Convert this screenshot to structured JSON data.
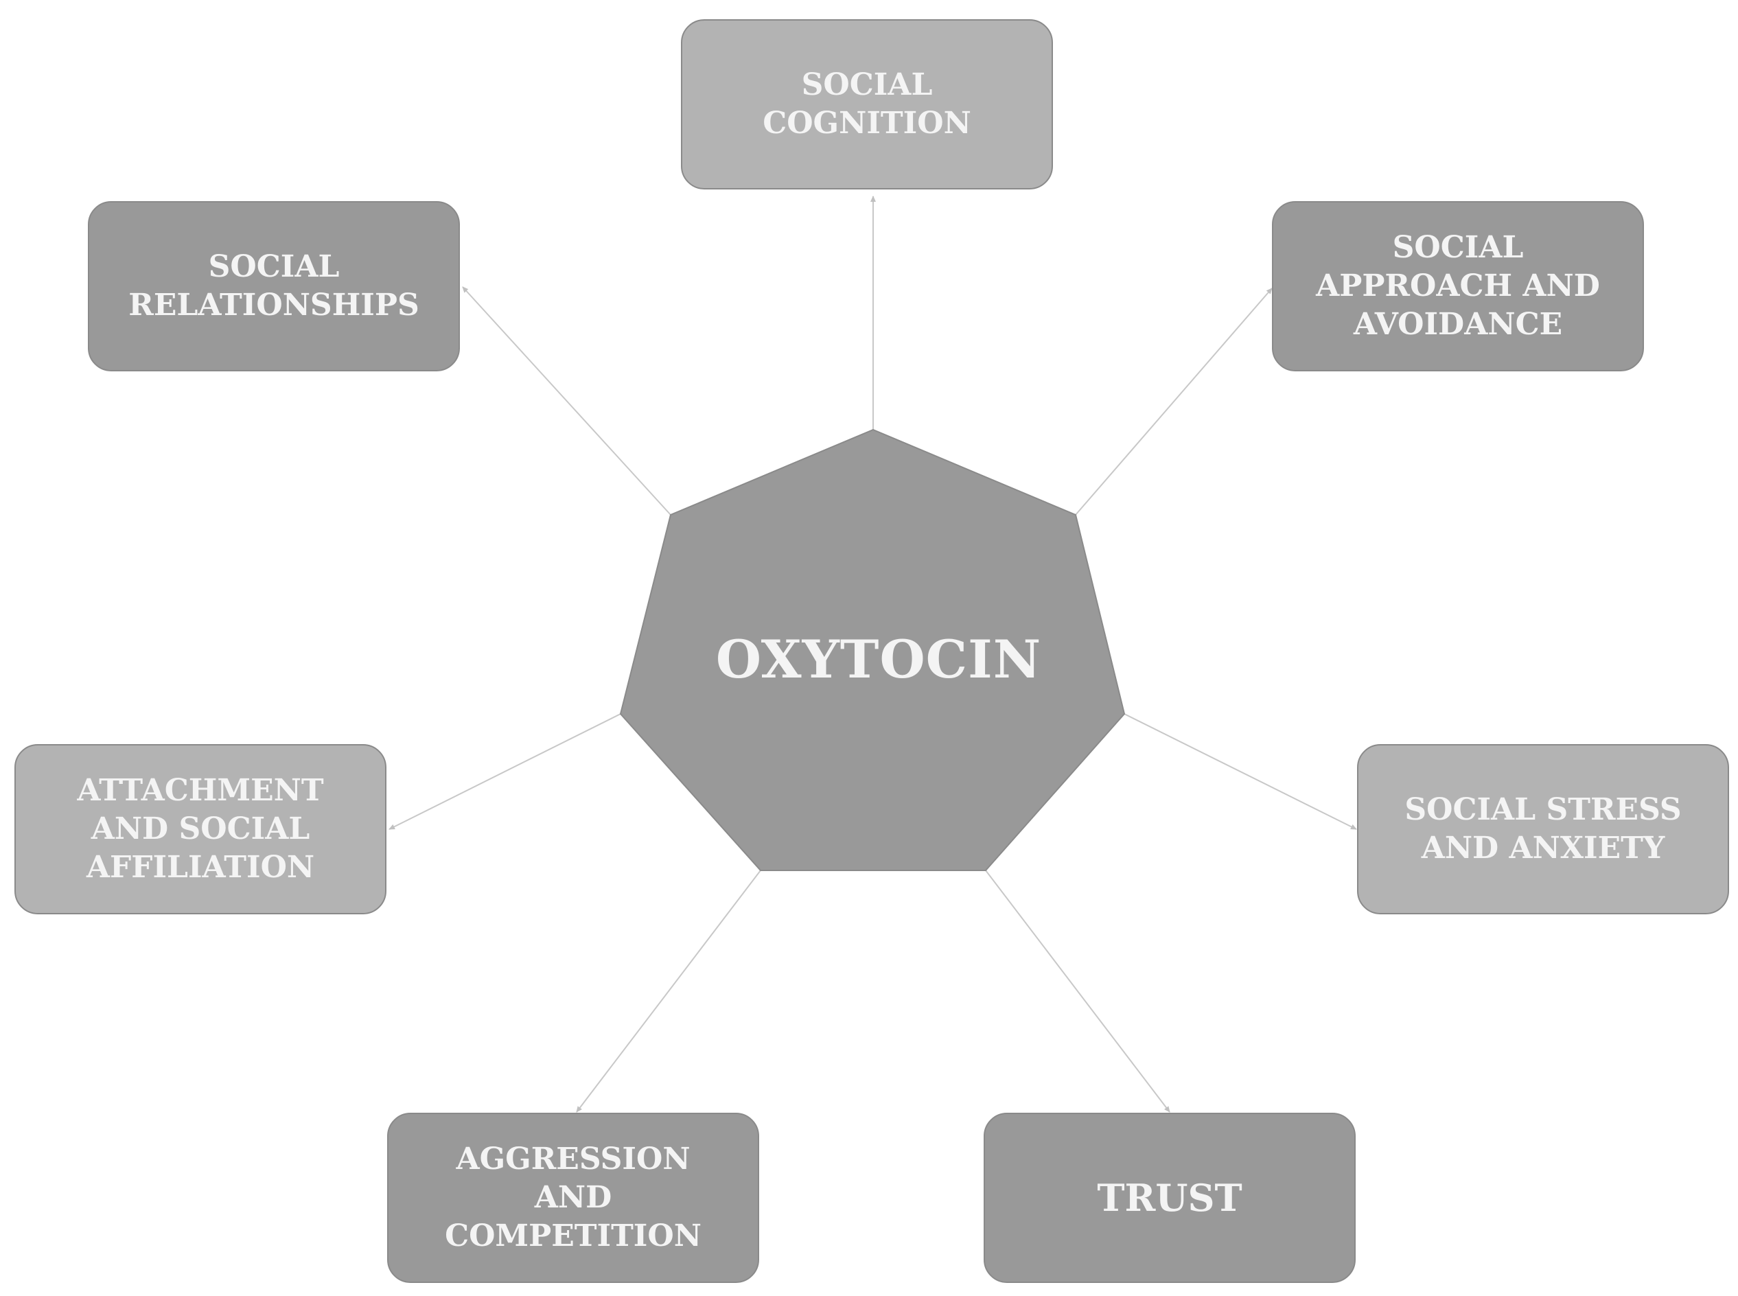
{
  "diagram": {
    "center": {
      "label": "OXYTOCIN",
      "color": "#999999"
    },
    "outcomes": [
      {
        "id": "social-cognition",
        "label": "SOCIAL\nCOGNITION",
        "color": "#b3b3b3"
      },
      {
        "id": "social-relationships",
        "label": "SOCIAL\nRELATIONSHIPS",
        "color": "#999999"
      },
      {
        "id": "social-approach-avoidance",
        "label": "SOCIAL\nAPPROACH AND\nAVOIDANCE",
        "color": "#999999"
      },
      {
        "id": "attachment-affiliation",
        "label": "ATTACHMENT\nAND SOCIAL\nAFFILIATION",
        "color": "#b3b3b3"
      },
      {
        "id": "social-stress-anxiety",
        "label": "SOCIAL STRESS\nAND ANXIETY",
        "color": "#b3b3b3"
      },
      {
        "id": "aggression-competition",
        "label": "AGGRESSION\nAND\nCOMPETITION",
        "color": "#999999"
      },
      {
        "id": "trust",
        "label": "TRUST",
        "color": "#999999"
      }
    ],
    "connector_color": "#c8c8c8",
    "border_color": "#8a8a8a"
  }
}
